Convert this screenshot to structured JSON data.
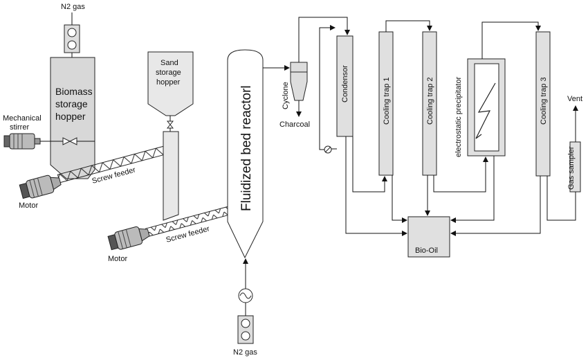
{
  "labels": {
    "n2_gas_top": "N2 gas",
    "n2_gas_bottom": "N2 gas",
    "biomass_hopper": [
      "Biomass",
      "storage",
      "hopper"
    ],
    "sand_hopper": [
      "Sand",
      "storage",
      "hopper"
    ],
    "mechanical_stirrer": [
      "Mechanical",
      "stirrer"
    ],
    "screw_feeder_1": "Screw feeder",
    "screw_feeder_2": "Screw feeder",
    "motor_1": "Motor",
    "motor_2": "Motor",
    "reactor": "Fluidized bed reactorl",
    "cyclone": "Cyclone",
    "charcoal": "Charcoal",
    "condensor": "Condensor",
    "cooling_trap_1": "Cooling trap 1",
    "cooling_trap_2": "Cooling trap 2",
    "esp": "electrostatic precipitator",
    "cooling_trap_3": "Cooling trap 3",
    "vent": "Vent",
    "gas_sampler": "Gas sampler",
    "bio_oil": "Bio-Oil"
  },
  "colors": {
    "vessel_fill": "#d8d8d8",
    "vessel_fill_light": "#e8e8e8",
    "line": "#111111"
  }
}
